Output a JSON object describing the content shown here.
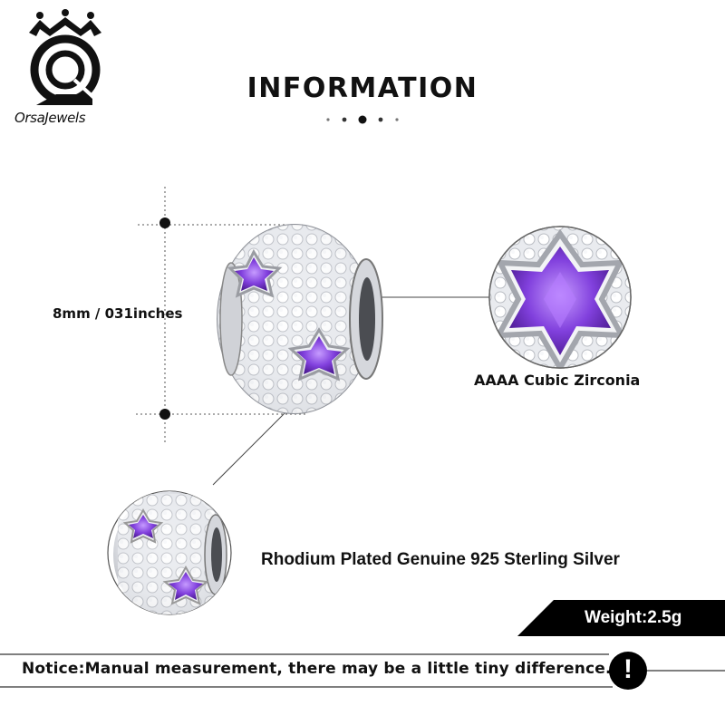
{
  "brand": {
    "name": "OrsaJewels",
    "logo_mark": "crown-o-logo"
  },
  "header": {
    "title": "INFORMATION"
  },
  "diagram": {
    "dimension_label": "8mm / 031inches",
    "stone_label": "AAAA Cubic Zirconia",
    "material_label": "Rhodium Plated Genuine 925 Sterling Silver"
  },
  "weight": {
    "label": "Weight:2.5g"
  },
  "notice": {
    "text": "Notice:Manual measurement, there may be a little tiny difference.",
    "icon": "exclamation-icon"
  },
  "colors": {
    "accent_purple": "#7a3fd1",
    "banner_black": "#000000",
    "silver": "#c9cbd1"
  }
}
